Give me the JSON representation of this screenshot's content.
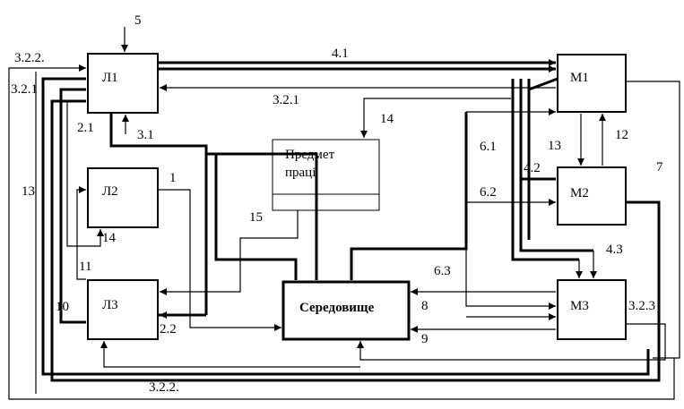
{
  "blocks": {
    "l1": "Л1",
    "l2": "Л2",
    "l3": "Л3",
    "m1": "М1",
    "m2": "М2",
    "m3": "М3",
    "env": "Середовище",
    "subject_line1": "Предмет",
    "subject_line2": "праці"
  },
  "labels": {
    "n5": "5",
    "n322_top": "3.2.2.",
    "n321_left": "3.2.1",
    "n41": "4.1",
    "n321_mid": "3.2.1",
    "n14_top": "14",
    "n21": "2.1",
    "n31": "3.1",
    "n13_left": "13",
    "n1": "1",
    "n14_mid": "14",
    "n15": "15",
    "n11": "11",
    "n10": "10",
    "n22": "2.2",
    "n61": "6.1",
    "n42": "4.2",
    "n62": "6.2",
    "n13_right": "13",
    "n12": "12",
    "n7": "7",
    "n43": "4.3",
    "n63": "6.3",
    "n8": "8",
    "n9": "9",
    "n323": "3.2.3",
    "n322_bottom": "3.2.2."
  }
}
